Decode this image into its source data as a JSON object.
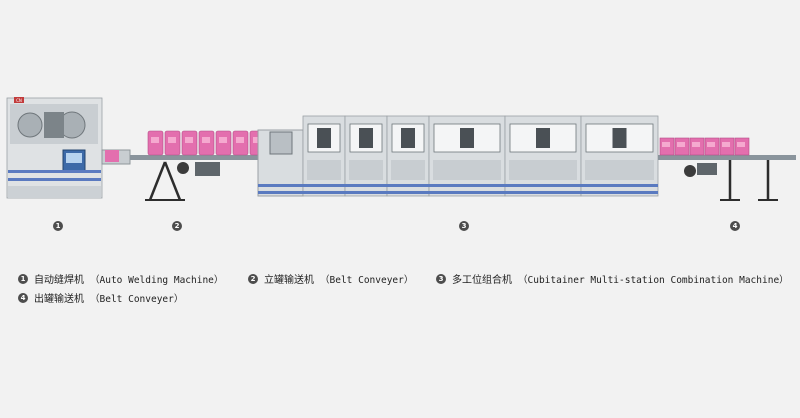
{
  "machine_brand": "CN",
  "markers": [
    "1",
    "2",
    "3",
    "4"
  ],
  "legend": [
    {
      "num": "1",
      "zh": "自动缝焊机",
      "en": "（Auto Welding Machine）"
    },
    {
      "num": "2",
      "zh": "立罐输送机",
      "en": "（Belt Conveyer）"
    },
    {
      "num": "3",
      "zh": "多工位组合机",
      "en": "（Cubitainer Multi-station Combination Machine）"
    },
    {
      "num": "4",
      "zh": "出罐输送机",
      "en": "（Belt Conveyer）"
    }
  ],
  "colors": {
    "background": "#f2f2f2",
    "machine_body": "#d9dde0",
    "machine_panel": "#c8cdd1",
    "stripe": "#5a7ac0",
    "can": "#e36fae",
    "can_light": "#f5a9cf",
    "conveyor": "#8a949c",
    "legs": "#2d2d2d",
    "marker": "#4d4d4d"
  }
}
